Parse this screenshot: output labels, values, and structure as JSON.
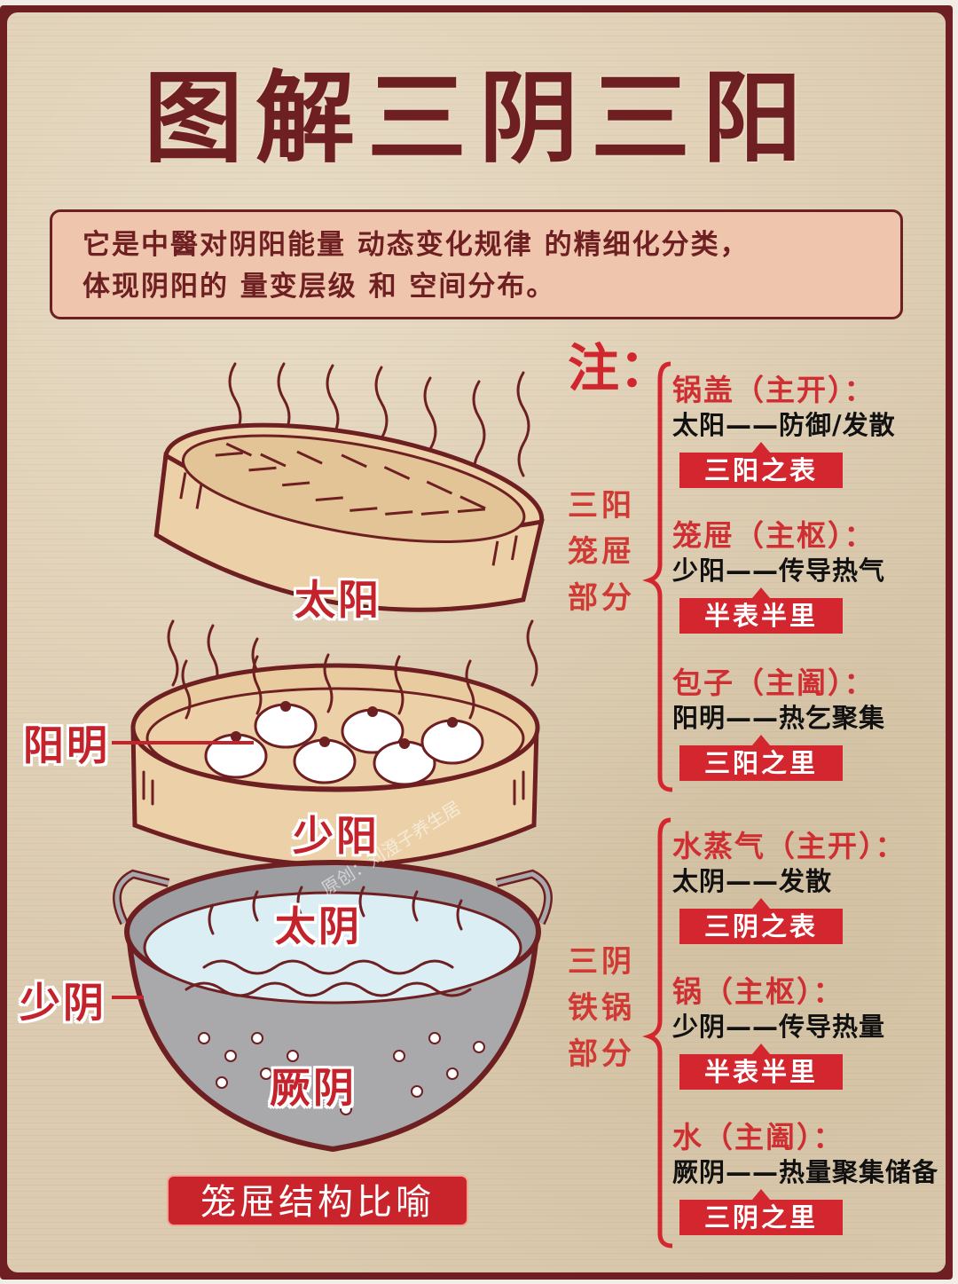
{
  "title": "图解三阴三阳",
  "intro": {
    "line1": "它是中醫对阴阳能量 动态变化规律 的精细化分类，",
    "line2": "体现阴阳的 量变层级 和 空间分布。"
  },
  "notes": {
    "label": "注：",
    "groups": [
      {
        "label_lines": [
          "三阳",
          "笼屉",
          "部分"
        ],
        "entries": [
          {
            "heading": "锅盖（主开）：",
            "description": "太阳——防御/发散",
            "tag": "三阳之表"
          },
          {
            "heading": "笼屉（主枢）：",
            "description": "少阳——传导热气",
            "tag": "半表半里"
          },
          {
            "heading": "包子（主阖）：",
            "description": "阳明——热乞聚集",
            "tag": "三阳之里"
          }
        ]
      },
      {
        "label_lines": [
          "三阴",
          "铁锅",
          "部分"
        ],
        "entries": [
          {
            "heading": "水蒸气（主开）：",
            "description": "太阴——发散",
            "tag": "三阴之表"
          },
          {
            "heading": "锅（主枢）：",
            "description": "少阴——传导热量",
            "tag": "半表半里"
          },
          {
            "heading": "水（主阖）：",
            "description": "厥阴——热量聚集储备",
            "tag": "三阴之里"
          }
        ]
      }
    ]
  },
  "illustration": {
    "labels": {
      "lid": "太阳",
      "steamer": "少阳",
      "buns": "阳明",
      "steam": "太阴",
      "pot": "少阴",
      "water": "厥阴"
    },
    "watermark": "原创：刘澄子养生居",
    "caption": "笼屉结构比喻"
  },
  "colors": {
    "frame": "#6e1f22",
    "paper": "#dccbb0",
    "accent_red": "#d3262e",
    "intro_bg": "#f0c5ad",
    "bamboo": "#ecd1a8",
    "pot_gray": "#a9a9ab",
    "water": "#dbeef4"
  }
}
